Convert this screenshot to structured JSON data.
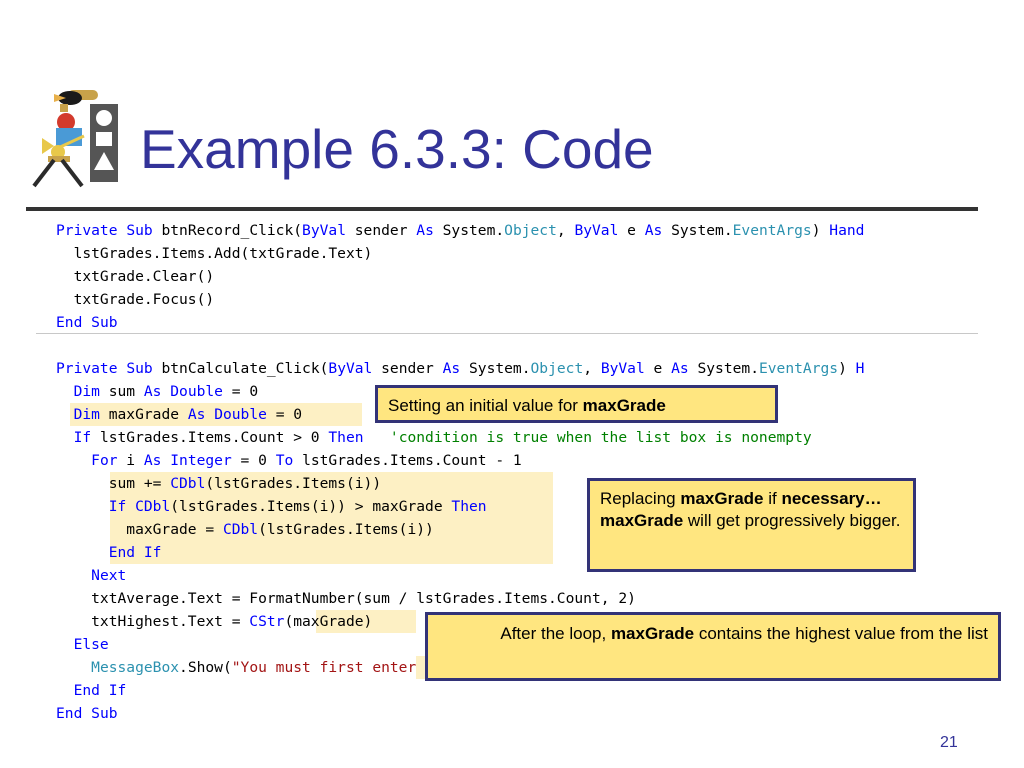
{
  "slide": {
    "title": "Example 6.3.3: Code",
    "page_number": "21"
  },
  "code": {
    "record": {
      "l1": [
        "Private",
        " ",
        "Sub",
        " btnRecord_Click(",
        "ByVal",
        " sender ",
        "As",
        " System.",
        "Object",
        ", ",
        "ByVal",
        " e ",
        "As",
        " System.",
        "EventArgs",
        ") ",
        "Hand"
      ],
      "l2": "  lstGrades.Items.Add(txtGrade.Text)",
      "l3": "  txtGrade.Clear()",
      "l4": "  txtGrade.Focus()",
      "l5": [
        "End",
        " ",
        "Sub"
      ]
    },
    "calc": {
      "l1": [
        "Private",
        " ",
        "Sub",
        " btnCalculate_Click(",
        "ByVal",
        " sender ",
        "As",
        " System.",
        "Object",
        ", ",
        "ByVal",
        " e ",
        "As",
        " System.",
        "EventArgs",
        ") ",
        "H"
      ],
      "l2": [
        "  ",
        "Dim",
        " sum ",
        "As",
        " ",
        "Double",
        " = 0"
      ],
      "l3": [
        "  ",
        "Dim",
        " maxGrade ",
        "As",
        " ",
        "Double",
        " = 0"
      ],
      "l4": [
        "  ",
        "If",
        " lstGrades.Items.Count > 0 ",
        "Then",
        "   ",
        "'condition is true when the list box is nonempty"
      ],
      "l5": [
        "    ",
        "For",
        " i ",
        "As",
        " ",
        "Integer",
        " = 0 ",
        "To",
        " lstGrades.Items.Count - 1"
      ],
      "l6": [
        "      sum += ",
        "CDbl",
        "(lstGrades.Items(i))"
      ],
      "l7": [
        "      ",
        "If",
        " ",
        "CDbl",
        "(lstGrades.Items(i)) > maxGrade ",
        "Then"
      ],
      "l8": [
        "        maxGrade = ",
        "CDbl",
        "(lstGrades.Items(i))"
      ],
      "l9": [
        "      ",
        "End",
        " ",
        "If"
      ],
      "l10": [
        "    ",
        "Next"
      ],
      "l11": "    txtAverage.Text = FormatNumber(sum / lstGrades.Items.Count, 2)",
      "l12": [
        "    txtHighest.Text = ",
        "CStr",
        "(maxGrade)"
      ],
      "l13": [
        "  ",
        "Else"
      ],
      "l14": [
        "    ",
        "MessageBox",
        ".Show(",
        "\"You must first enter some grades.\"",
        ")"
      ],
      "l15": [
        "  ",
        "End",
        " ",
        "If"
      ],
      "l16": [
        "End",
        " ",
        "Sub"
      ]
    }
  },
  "callouts": {
    "initial": {
      "text": "Setting an initial value for ",
      "bold": "maxGrade"
    },
    "replacing": {
      "t1": "Replacing ",
      "b1": "maxGrade",
      "t2": " if ",
      "b2": "necessary…maxGrade",
      "t3": " will get progressively bigger."
    },
    "after": {
      "t1": "After the loop, ",
      "b1": "maxGrade",
      "t2": " contains the highest value from the list"
    }
  },
  "colors": {
    "title": "#333399",
    "keyword": "#0000ff",
    "type": "#2b91af",
    "comment": "#008000",
    "string": "#a31515",
    "callout_fill": "#ffe680",
    "callout_border": "#333377",
    "highlight": "#fdf0c4"
  },
  "icons": {
    "logo": "people-shapes-logo-icon"
  }
}
